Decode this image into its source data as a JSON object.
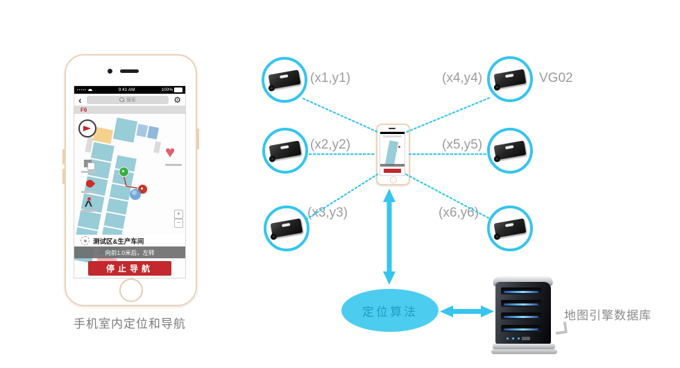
{
  "caption": "手机室内定位和导航",
  "phone": {
    "status": {
      "signal_dots": "•••••",
      "time": "9:41 AM",
      "battery_pct": "100%"
    },
    "nav": {
      "back_glyph": "‹",
      "search_placeholder": "搜索",
      "gear_glyph": "⚙"
    },
    "floor_label": "F6",
    "map": {
      "heart_glyph": "♥",
      "zoom_in": "+",
      "zoom_out": "−"
    },
    "route_panel": {
      "destination": "测试区&生产车间",
      "instruction": "向前1.0米后，左转",
      "stop_button": "停止导航"
    }
  },
  "diagram": {
    "beacons": [
      {
        "label": "(x1,y1)"
      },
      {
        "label": "(x2,y2)"
      },
      {
        "label": "(x3,y3)"
      },
      {
        "label": "(x4,y4)",
        "device_name": "VG02"
      },
      {
        "label": "(x5,y5)"
      },
      {
        "label": "(x6,y6)"
      }
    ],
    "algorithm_label": "定位算法",
    "database_label": "地图引擎数据库"
  },
  "colors": {
    "accent_cyan": "#35C5EE",
    "ellipse_fill": "#4CCDF0",
    "ellipse_text": "#1F9CC4",
    "label_gray": "#9B9B9B",
    "phone_frame": "#EDD2B6",
    "stop_red": "#C2282D",
    "map_teal": "#98CCD7",
    "map_orange": "#F5D18F",
    "map_blue": "#A9C6E4",
    "heart_pink": "#E35D6A",
    "route_red": "#C0392B"
  }
}
